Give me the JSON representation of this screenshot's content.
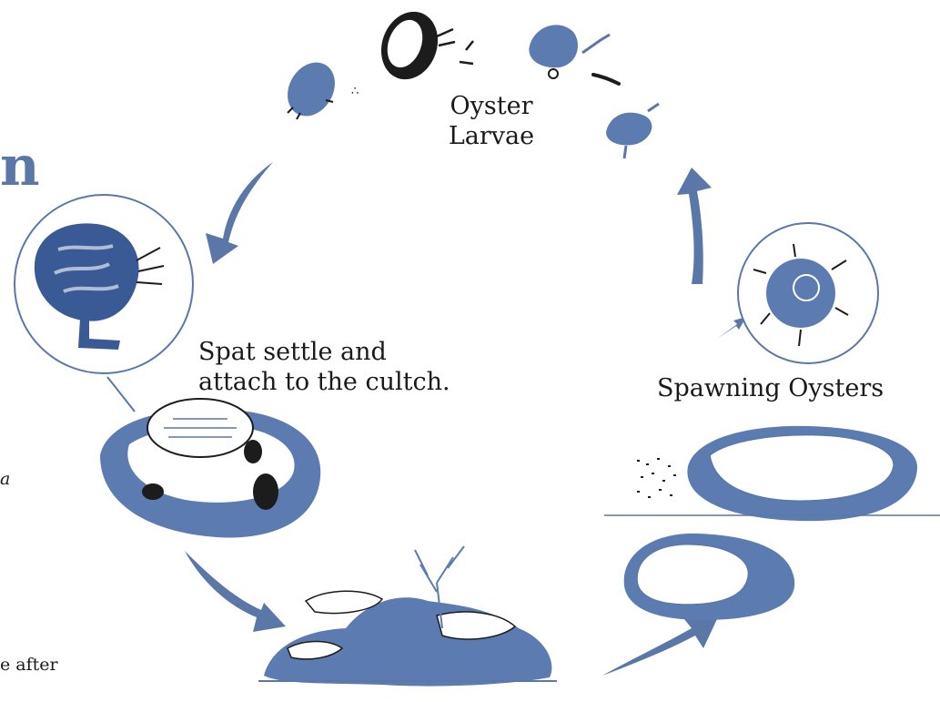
{
  "labels": {
    "larvae_line1": "Oyster",
    "larvae_line2": "Larvae",
    "spat_line1": "Spat settle and",
    "spat_line2": "attach to the cultch.",
    "spawning": "Spawning Oysters"
  },
  "fragments": {
    "heading_letter": "n",
    "margin_letter": "a",
    "bottom_text": "e after"
  },
  "colors": {
    "arrow": "#5a77a8",
    "shell_fill": "#5c7bb0",
    "shell_light": "#ffffff",
    "ink": "#1c1c1c",
    "circle": "#5a77a8"
  }
}
